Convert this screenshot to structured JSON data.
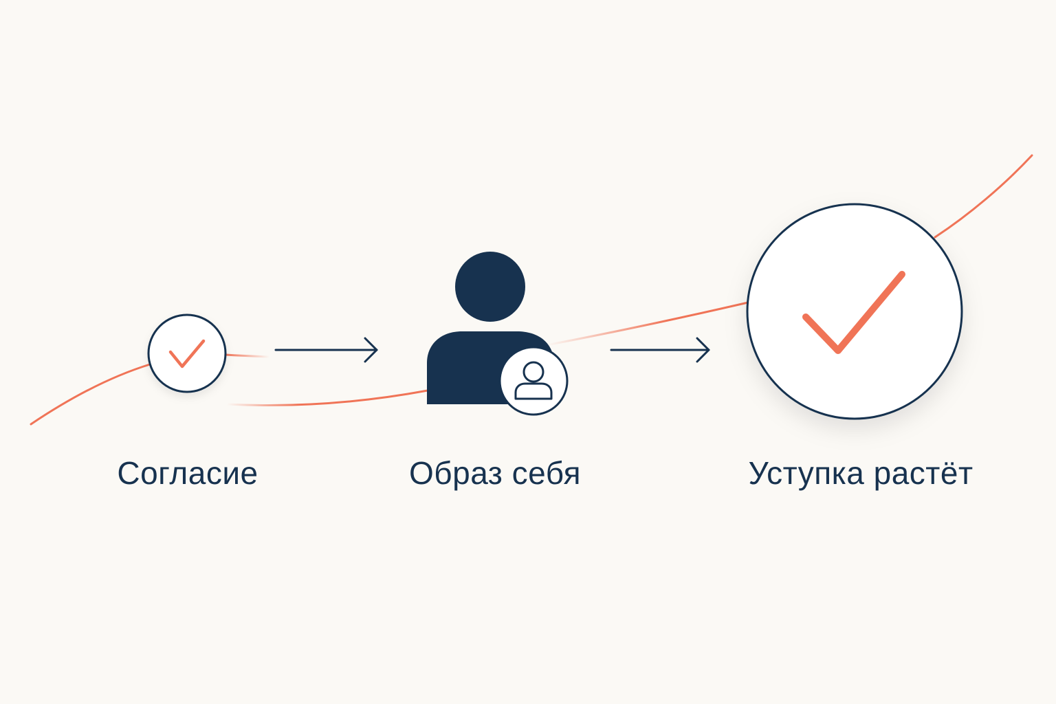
{
  "colors": {
    "background": "#FBF9F5",
    "navy": "#17324F",
    "accent": "#F07457",
    "circle_fill": "#FFFFFF"
  },
  "steps": [
    {
      "label": "Согласие",
      "icon": "check-icon"
    },
    {
      "label": "Образ себя",
      "icon": "person-icon",
      "badge_icon": "person-outline-icon"
    },
    {
      "label": "Уступка растёт",
      "icon": "check-icon"
    }
  ],
  "connectors": [
    "arrow-right-icon",
    "arrow-right-icon"
  ],
  "trend": {
    "direction": "rising"
  }
}
